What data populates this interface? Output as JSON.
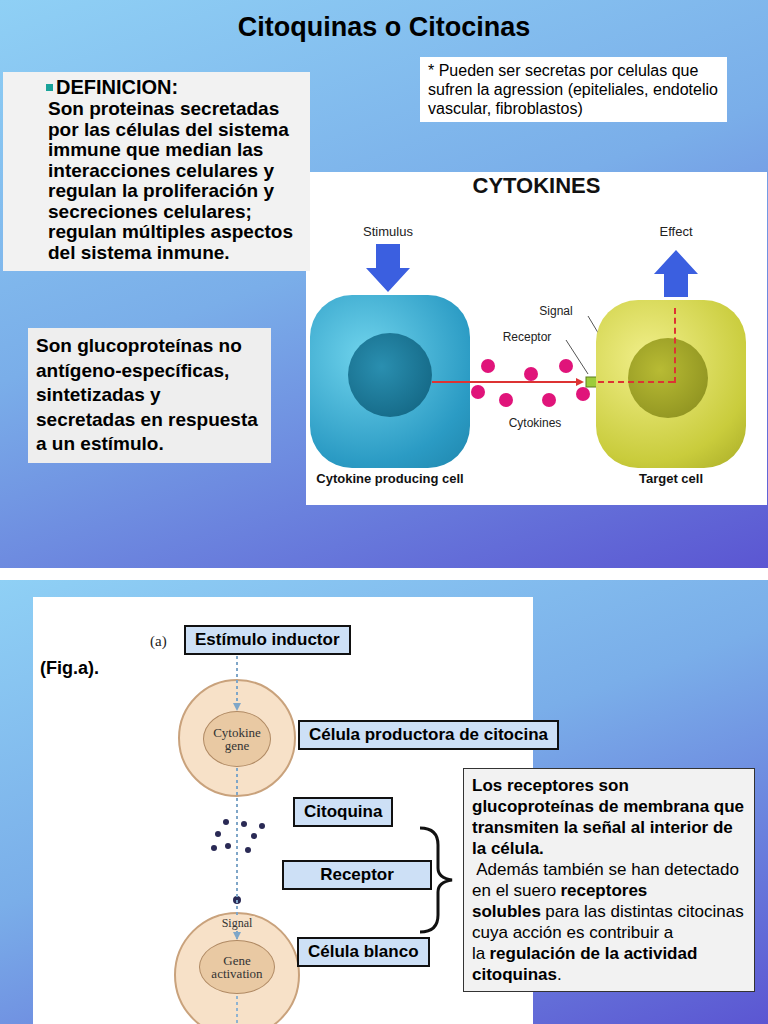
{
  "diagram": {
    "title": "Citoquinas o Citocinas",
    "nodes": [
      {
        "text": [
          "DEFINICION:",
          "Son proteinas secretadas por las células del sistema immune que median las interacciones celulares y regulan la proliferación y secreciones celulares; regulan múltiples aspectos del sistema inmune."
        ]
      },
      {
        "text": [
          "* Pueden ser secretas por celulas que sufren la agression (epiteliales, endotelio vascular, fibroblastos)"
        ]
      },
      {
        "text": [
          "CYTOKINES"
        ]
      },
      {
        "text": [
          "Cytokine producing cell"
        ],
        "in": 2
      },
      {
        "text": [
          "Target cell"
        ],
        "in": 2
      },
      {
        "text": [
          "Son glucoproteínas no antígeno-específicas, sintetizadas y secretadas en respuesta a un estímulo."
        ]
      },
      {
        "text": [
          "Estímulo inductor"
        ]
      },
      {
        "text": [
          "Cytokine gene"
        ]
      },
      {
        "text": [
          "Célula productora de citocina"
        ]
      },
      {
        "text": [
          "Citoquina"
        ]
      },
      {
        "text": [
          "Receptor"
        ]
      },
      {
        "text": [
          "Gene activation"
        ]
      },
      {
        "text": [
          "Célula blanco"
        ]
      },
      {
        "text": [
          "Los receptores son glucoproteínas de membrana que transmiten la señal al interior de la célula.",
          "Además también se han detectado en el suero",
          "receptores solubles",
          "para las distintas citocinas cuya acción es contribuir a la",
          "regulación de la actividad citoquinas",
          "."
        ]
      }
    ],
    "edges": [
      {
        "from": 6,
        "to": 7,
        "arrow": "to"
      },
      {
        "from": 7,
        "to": 11,
        "arrow": "to"
      }
    ],
    "labels": [
      "Stimulus",
      "Effect",
      "Signal",
      "Receptor",
      "Cytokines",
      "(a)",
      "(Fig.a).",
      "Signal"
    ]
  }
}
